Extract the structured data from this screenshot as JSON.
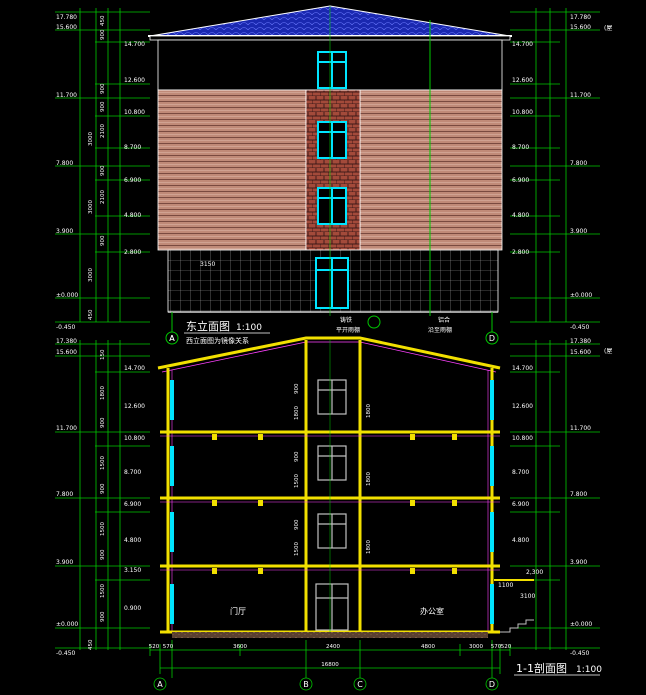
{
  "elevation": {
    "title": "东立面图",
    "scale": "1:100",
    "note": "西立面图为镜像关系",
    "axis_left": "A",
    "axis_right": "D",
    "ground_label": "3150",
    "gate_label_1": "铸铁",
    "gate_label_2": "平开雨棚",
    "gate_label_3": "铝合",
    "gate_label_4": "沿至雨棚"
  },
  "section": {
    "title": "1-1剖面图",
    "scale": "1:100",
    "room_left": "门厅",
    "room_right": "办公室",
    "axes": [
      "A",
      "B",
      "C",
      "D"
    ],
    "dims_bottom": [
      "520",
      "570",
      "3600",
      "2400",
      "4800",
      "3000",
      "570",
      "520"
    ],
    "dim_total": "16800",
    "stair_dim": "1100",
    "canopy_dim": "2,300",
    "canopy_dim2": "3100",
    "inner_dims": {
      "f4": [
        "900",
        "1800",
        "1800"
      ],
      "f3": [
        "900",
        "1500",
        "1800"
      ],
      "f2": [
        "900",
        "1500",
        "1800"
      ]
    },
    "level_note": "(屋"
  },
  "elevation_levels_left": [
    "17.780",
    "15.600",
    "11.700",
    "7.800",
    "3.900",
    "±0.000",
    "-0.450"
  ],
  "elevation_levels_inner": [
    "14.700",
    "12.600",
    "10.800",
    "8.700",
    "6.900",
    "4.800",
    "2.800"
  ],
  "elevation_levels_right": [
    "17.780",
    "15.600",
    "11.700",
    "7.800",
    "3.900",
    "±0.000",
    "-0.450"
  ],
  "elevation_dims_vertical": [
    "450",
    "3000",
    "900",
    "2100",
    "900",
    "3000",
    "900",
    "2100",
    "900",
    "3000",
    "900",
    "450"
  ],
  "section_levels_left": [
    "17.380",
    "15.600",
    "11.700",
    "7.800",
    "3.900",
    "±0.000",
    "-0.450"
  ],
  "section_levels_inner": [
    "14.700",
    "12.600",
    "10.800",
    "8.700",
    "6.900",
    "4.800",
    "3.150",
    "0.900"
  ],
  "section_levels_right": [
    "17.380",
    "15.600",
    "11.700",
    "7.800",
    "3.900",
    "±0.000",
    "-0.450"
  ],
  "section_dims_vertical": [
    "450",
    "900",
    "1500",
    "900",
    "1500",
    "900",
    "1500",
    "900",
    "1800",
    "150"
  ],
  "colors": {
    "background": "#000000",
    "dim_green": "#00c800",
    "text_white": "#ffffff",
    "window_cyan": "#00e5ff",
    "brick": "#c08a78",
    "roof_blue": "#2636c8",
    "floor_yellow": "#f2e000",
    "magenta": "#ff40ff",
    "stone": "#b0b0b0"
  }
}
